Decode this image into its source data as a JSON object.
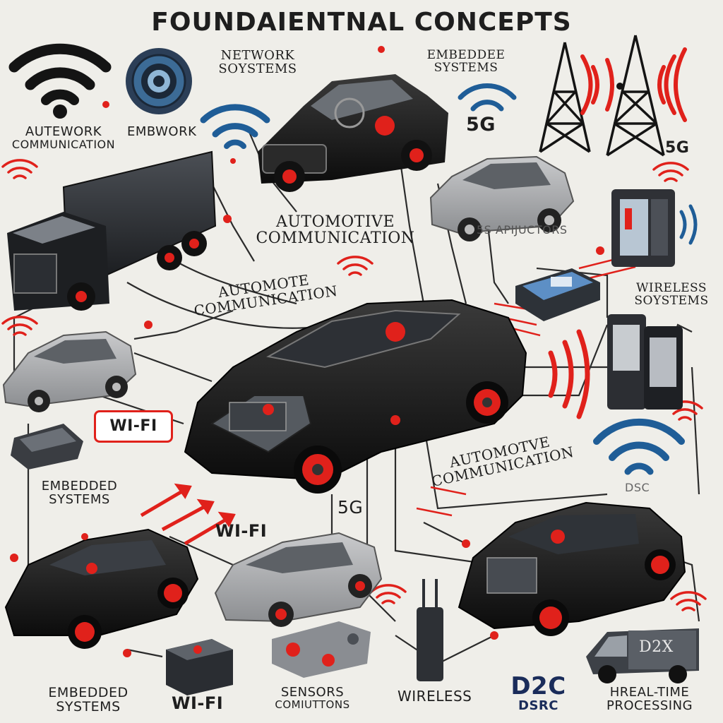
{
  "title": "FOUNDAIENTNAL CONCEPTS",
  "labels": {
    "autework": "AUTEWORK",
    "communication_left": "COMMUNICATION",
    "embwork": "EMBWORK",
    "network_systems_1": "NETWORK",
    "network_systems_2": "SOYSTEMS",
    "embeddee_1": "EMBEDDEE",
    "embeddee_2": "SYSTEMS",
    "fiveg_top": "5G",
    "fiveg_tower": "5G",
    "automotive_comm_1": "AUTOMOTIVE",
    "automotive_comm_2": "COMMUNICATION",
    "apijuctors": "5S APIJUCTORS",
    "automote_1": "AUTOMOTE",
    "automote_2": "COMMUNICATION",
    "wireless_systems_1": "WIRELESS",
    "wireless_systems_2": "SOYSTEMS",
    "wifi_badge": "WI-FI",
    "embedded_mid_1": "EMBEDDED",
    "embedded_mid_2": "SYSTEMS",
    "fiveg_mid": "5G",
    "wifi_mid": "WI-FI",
    "automotve_1": "AUTOMOTVE",
    "automotve_2": "COMMUNICATION",
    "dsc": "DSC",
    "embedded_bottom_1": "EMBEDDED",
    "embedded_bottom_2": "SYSTEMS",
    "wifi_bottom": "WI-FI",
    "sensors_1": "SENSORS",
    "sensors_2": "COMIUTTONS",
    "wireless_bottom": "WIRELESS",
    "d2c_1": "D2C",
    "d2c_2": "DSRC",
    "realtime_1": "HREAL-TIME",
    "realtime_2": "PROCESSING",
    "van_label": "D2X"
  },
  "colors": {
    "background": "#efeee9",
    "accent_red": "#e0211b",
    "wifi_blue": "#1f5d97",
    "car_black": "#141414",
    "car_grey": "#a6a8ab",
    "line": "#2a2a2a",
    "text": "#1e1e1e"
  },
  "icons": [
    "wifi-icon",
    "signal-waves-icon",
    "cell-tower-icon",
    "chip-module-icon",
    "device-icon",
    "truck-icon",
    "car-icon",
    "van-icon",
    "arrows-icon"
  ]
}
